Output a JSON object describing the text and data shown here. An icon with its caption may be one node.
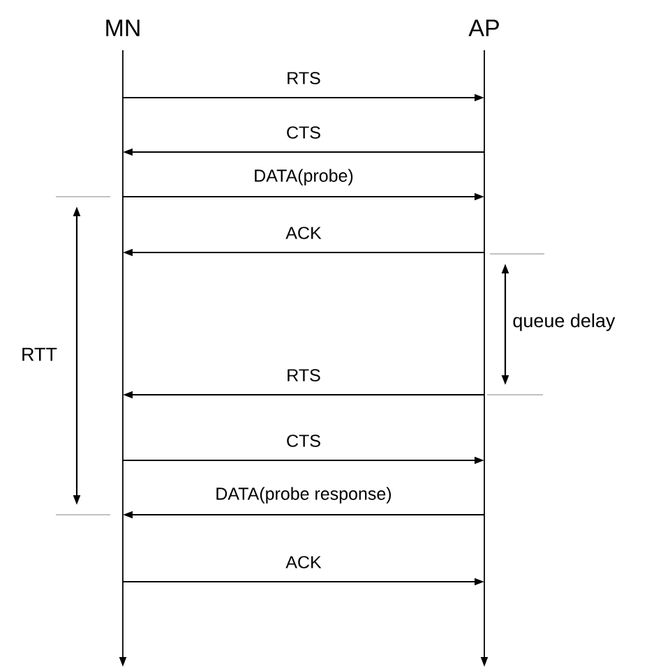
{
  "diagram": {
    "nodes": [
      {
        "text": [
          "MN"
        ]
      },
      {
        "text": [
          "AP"
        ]
      }
    ],
    "edges": [
      {
        "from": 0,
        "to": 1,
        "arrow": "to",
        "label": "RTS"
      },
      {
        "from": 1,
        "to": 0,
        "arrow": "to",
        "label": "CTS"
      },
      {
        "from": 0,
        "to": 1,
        "arrow": "to",
        "label": "DATA(probe)"
      },
      {
        "from": 1,
        "to": 0,
        "arrow": "to",
        "label": "ACK"
      },
      {
        "from": 1,
        "to": 0,
        "arrow": "to",
        "label": "RTS"
      },
      {
        "from": 0,
        "to": 1,
        "arrow": "to",
        "label": "CTS"
      },
      {
        "from": 1,
        "to": 0,
        "arrow": "to",
        "label": "DATA(probe response)"
      },
      {
        "from": 0,
        "to": 1,
        "arrow": "to",
        "label": "ACK"
      }
    ],
    "labels": [
      "queue delay",
      "RTT"
    ]
  }
}
